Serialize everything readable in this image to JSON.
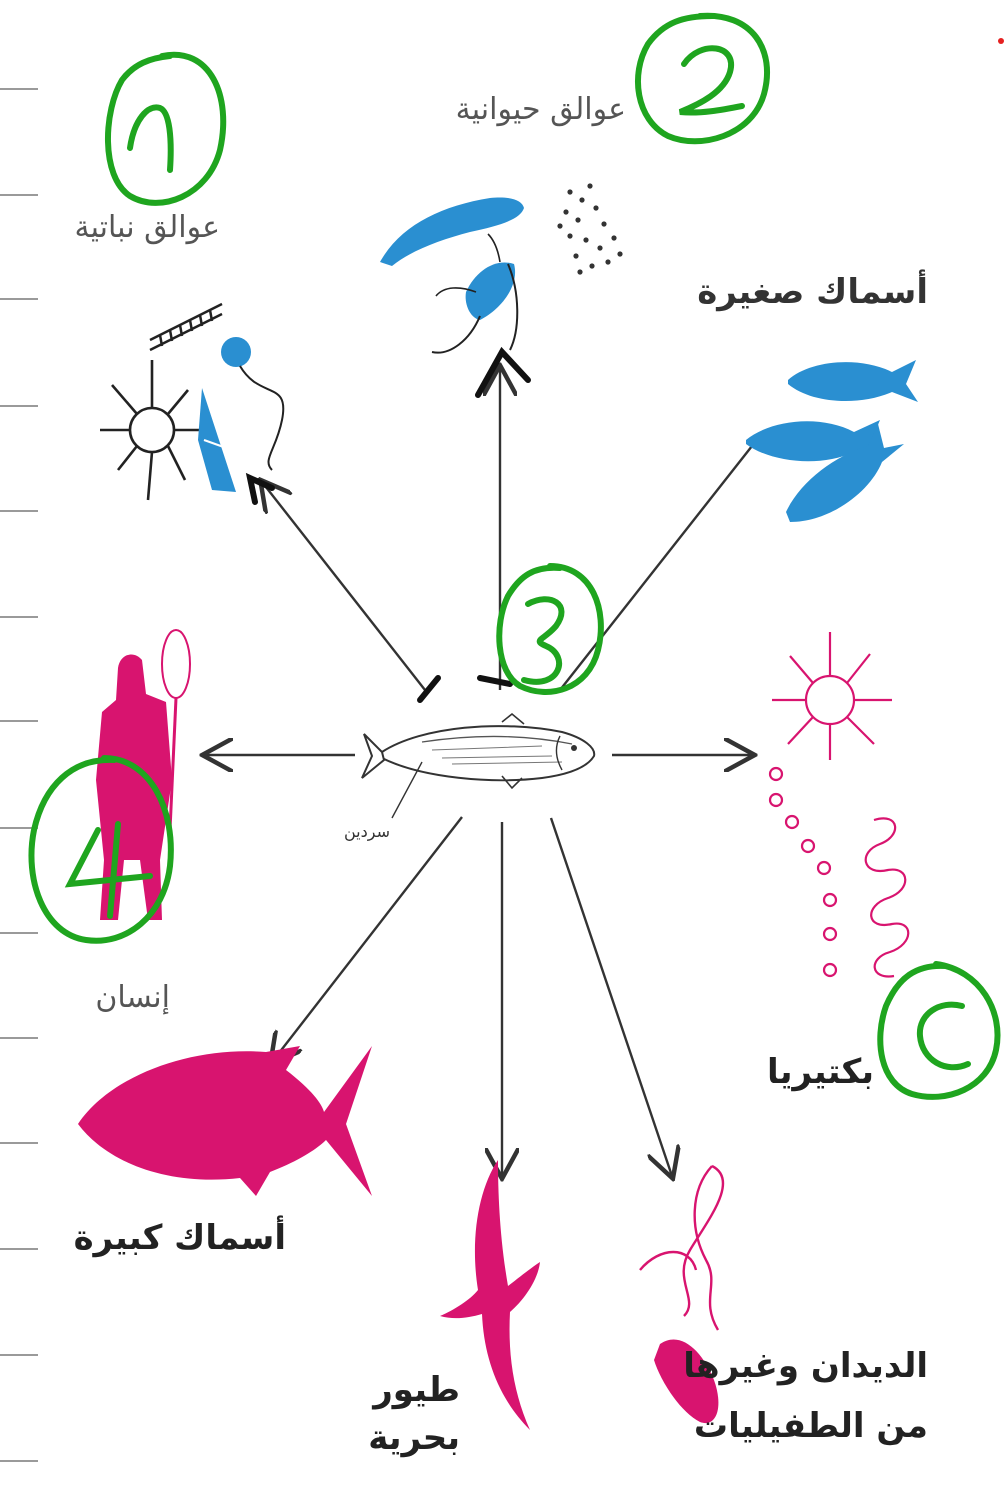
{
  "diagram": {
    "center": {
      "label": "سردين"
    },
    "nodes": {
      "phytoplankton": {
        "label": "عوالق نباتية",
        "number": "1"
      },
      "zooplankton": {
        "label": "عوالق حيوانية",
        "number": "2"
      },
      "small_fish": {
        "label": "أسماك صغيرة"
      },
      "bacteria": {
        "label": "بكتيريا",
        "number": "5"
      },
      "human": {
        "label": "إنسان",
        "number": "4"
      },
      "big_fish": {
        "label": "أسماك كبيرة"
      },
      "seabirds": {
        "line1": "طيور",
        "line2": "بحرية"
      },
      "worms": {
        "line1": "الديدان وغيرها",
        "line2": "من الطفيليات"
      }
    },
    "center_number": "3",
    "colors": {
      "blue": "#2a8fd1",
      "pink": "#d8146f",
      "green": "#1fa51f",
      "arrow": "#333333"
    }
  }
}
